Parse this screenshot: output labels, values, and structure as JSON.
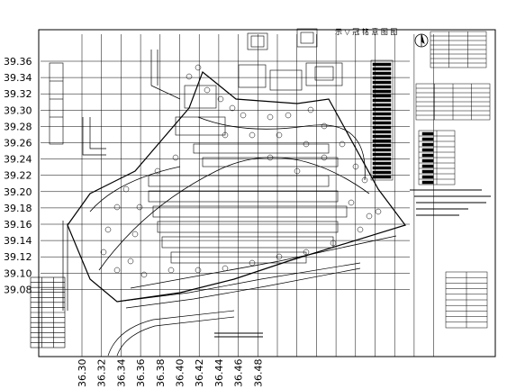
{
  "drawing": {
    "y_axis_labels": [
      "39.36",
      "39.34",
      "39.32",
      "39.30",
      "39.28",
      "39.26",
      "39.24",
      "39.22",
      "39.20",
      "39.18",
      "39.16",
      "39.14",
      "39.12",
      "39.10",
      "39.08"
    ],
    "x_axis_labels": [
      "36.30",
      "36.32",
      "36.34",
      "36.36",
      "36.38",
      "36.40",
      "36.42",
      "36.44",
      "36.46",
      "36.48"
    ],
    "title_glyphs": "示 ▽ 冠 铭 意 图 图",
    "colors": {
      "line": "#000000",
      "paper": "#ffffff"
    }
  }
}
